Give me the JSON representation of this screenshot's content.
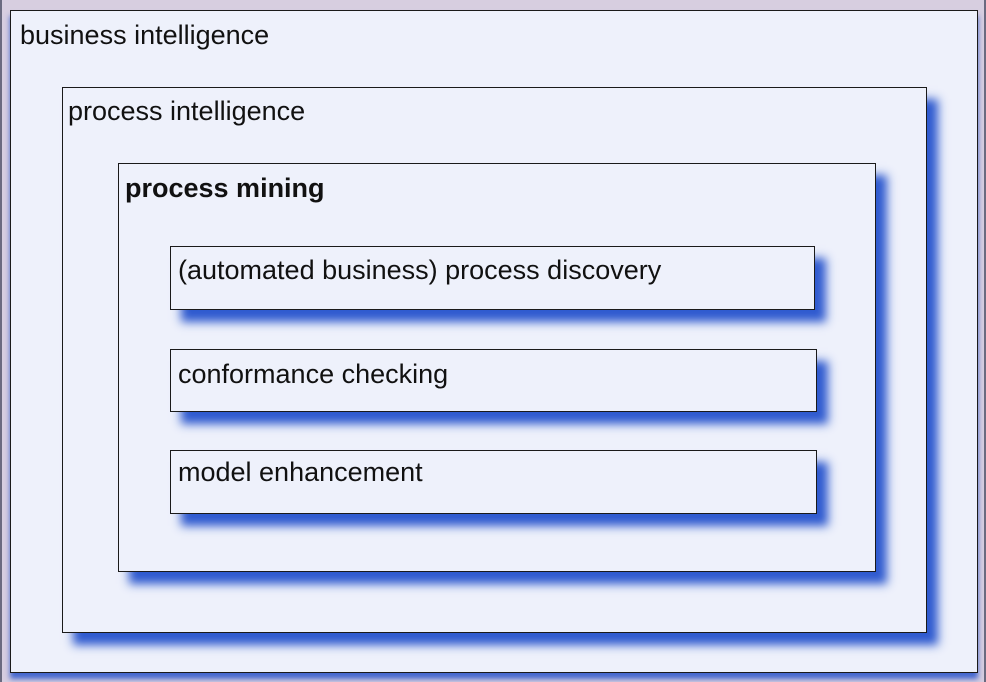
{
  "diagram": {
    "outer_box": {
      "label": "business intelligence"
    },
    "middle_box": {
      "label": "process intelligence"
    },
    "inner_box": {
      "label": "process mining"
    },
    "sub_boxes": [
      {
        "label": "(automated business) process discovery"
      },
      {
        "label": "conformance checking"
      },
      {
        "label": "model enhancement"
      }
    ]
  },
  "colors": {
    "box_fill": "#eef1fb",
    "border": "#1a1a1a",
    "shadow": "#1446c8",
    "background": "#d7cee0"
  }
}
